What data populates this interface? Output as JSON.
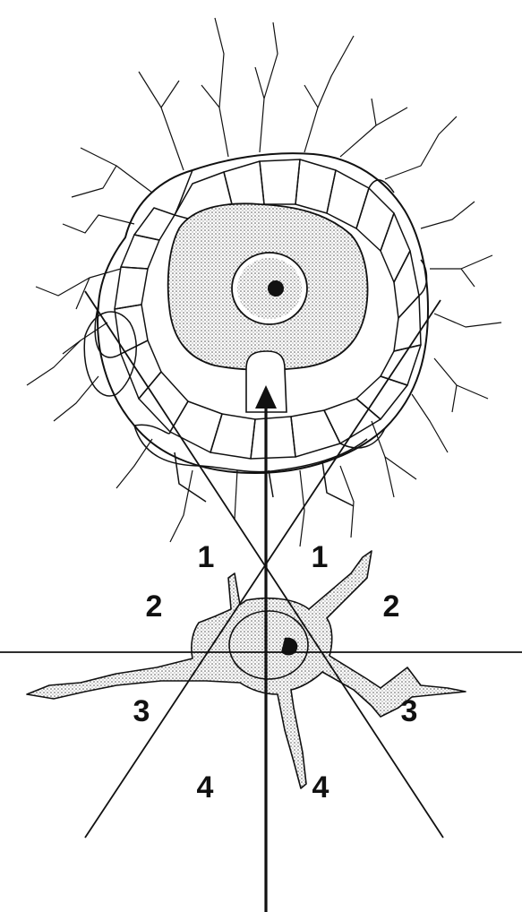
{
  "colors": {
    "ink": "#111111",
    "stipple": "#d9d9d9",
    "background": "#ffffff"
  },
  "sector_labels": {
    "upper_left": "1",
    "upper_right": "1",
    "left_upper": "2",
    "right_upper": "2",
    "left_lower": "3",
    "right_lower": "3",
    "lower_left": "4",
    "lower_right": "4"
  }
}
